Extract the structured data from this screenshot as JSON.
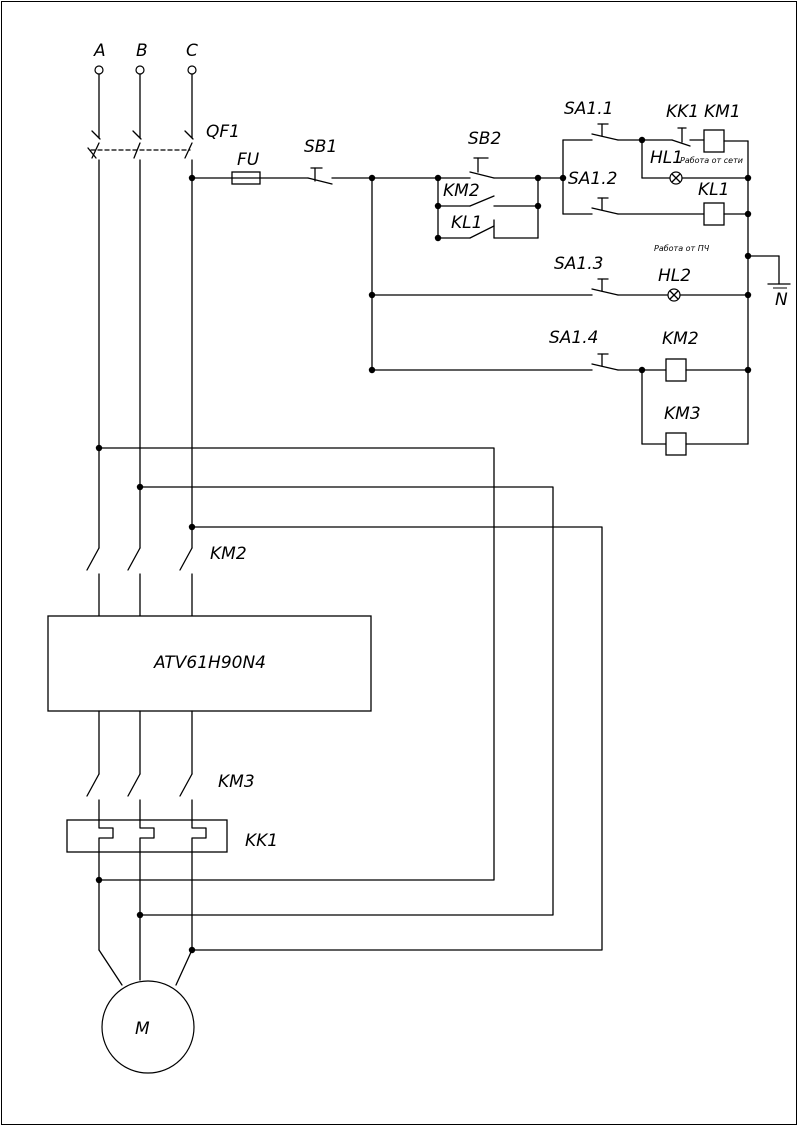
{
  "phases": {
    "a": "A",
    "b": "B",
    "c": "C"
  },
  "power": {
    "breaker": "QF1",
    "contactor_line": "KM2",
    "contactor_motor": "KM3",
    "drive": "ATV61H90N4",
    "thermal_relay": "KK1",
    "motor": "M"
  },
  "control": {
    "fuse": "FU",
    "stop_button": "SB1",
    "start_button": "SB2",
    "km2_contact": "KM2",
    "kl1_contact": "KL1",
    "sa1_1": "SA1.1",
    "sa1_2": "SA1.2",
    "sa1_3": "SA1.3",
    "sa1_4": "SA1.4",
    "kk1_contact": "KK1",
    "km1_coil": "KM1",
    "hl1_lamp": "HL1",
    "hl1_caption": "Работа от сети",
    "kl1_coil": "KL1",
    "hl2_caption": "Работа от ПЧ",
    "hl2_lamp": "HL2",
    "km2_coil": "KM2",
    "km3_coil": "KM3",
    "neutral": "N"
  }
}
